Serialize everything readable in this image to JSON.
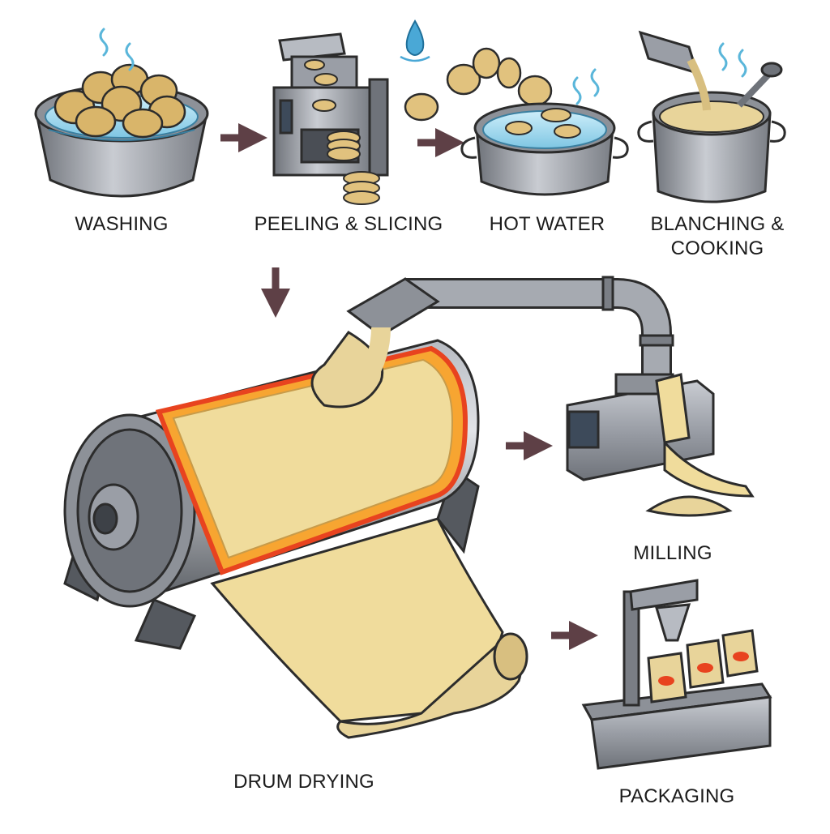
{
  "steps": {
    "washing": "WASHING",
    "peeling": "PEELING & SLICING",
    "hot_water": "HOT WATER",
    "blanching_line1": "BLANCHING &",
    "blanching_line2": "COOKING",
    "drum_drying": "DRUM DRYING",
    "milling": "MILLING",
    "packaging": "PACKAGING"
  },
  "colors": {
    "arrow": "#5e4046",
    "steel": "#9a9ea6",
    "steel_dark": "#55595f",
    "water": "#a9dcef",
    "potato": "#d9b56a",
    "mash": "#e8d49a",
    "sheet": "#f0dc9c",
    "heat": "#e8431f",
    "heat_glow": "#f7a531"
  },
  "icons": [
    "water-drop-icon",
    "steam-icon",
    "process-arrow-icon"
  ]
}
